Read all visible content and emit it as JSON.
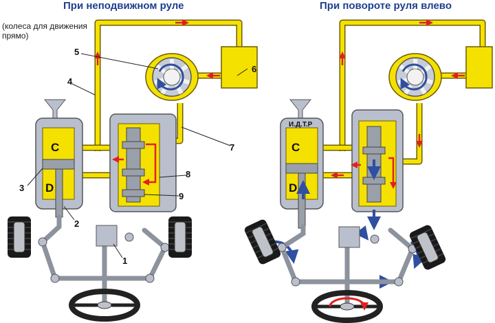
{
  "titles": {
    "left": "При неподвижном руле",
    "right": "При повороте руля влево"
  },
  "note": {
    "line1": "(колеса для движения",
    "line2": "прямо)"
  },
  "callouts": [
    "1",
    "2",
    "3",
    "4",
    "5",
    "6",
    "7",
    "8",
    "9"
  ],
  "chamber_labels": {
    "left_upper": "С",
    "left_lower": "D",
    "right_upper": "С",
    "right_lower": "D"
  },
  "mark": "И.Д.Т.Р",
  "colors": {
    "fluid": "#f5e100",
    "body": "#b9bfcc",
    "pipe_outline": "#6b5c00",
    "pressure_arrow": "#e02020",
    "motion_arrow": "#2f4fa0",
    "title": "#1f3f8c"
  }
}
